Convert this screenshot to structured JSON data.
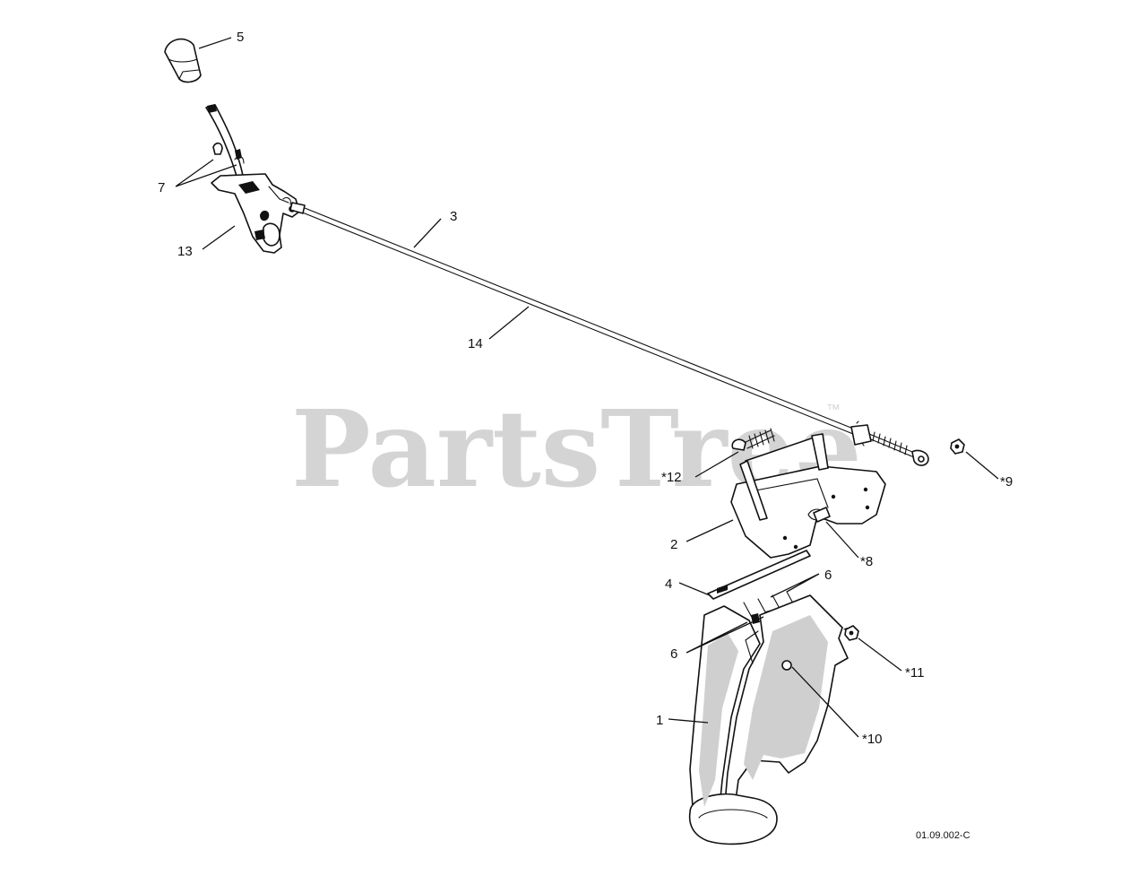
{
  "watermark": {
    "text": "PartsTree",
    "trademark": "™"
  },
  "document_number": "01.09.002-C",
  "callouts": {
    "c5": "5",
    "c7": "7",
    "c13": "13",
    "c3": "3",
    "c14": "14",
    "c12": "*12",
    "c9": "*9",
    "c2": "2",
    "c8": "*8",
    "c4": "4",
    "c6a": "6",
    "c6b": "6",
    "c11": "*11",
    "c1": "1",
    "c10": "*10"
  },
  "colors": {
    "line": "#111111",
    "watermark": "#d4d4d4",
    "background": "#ffffff"
  }
}
